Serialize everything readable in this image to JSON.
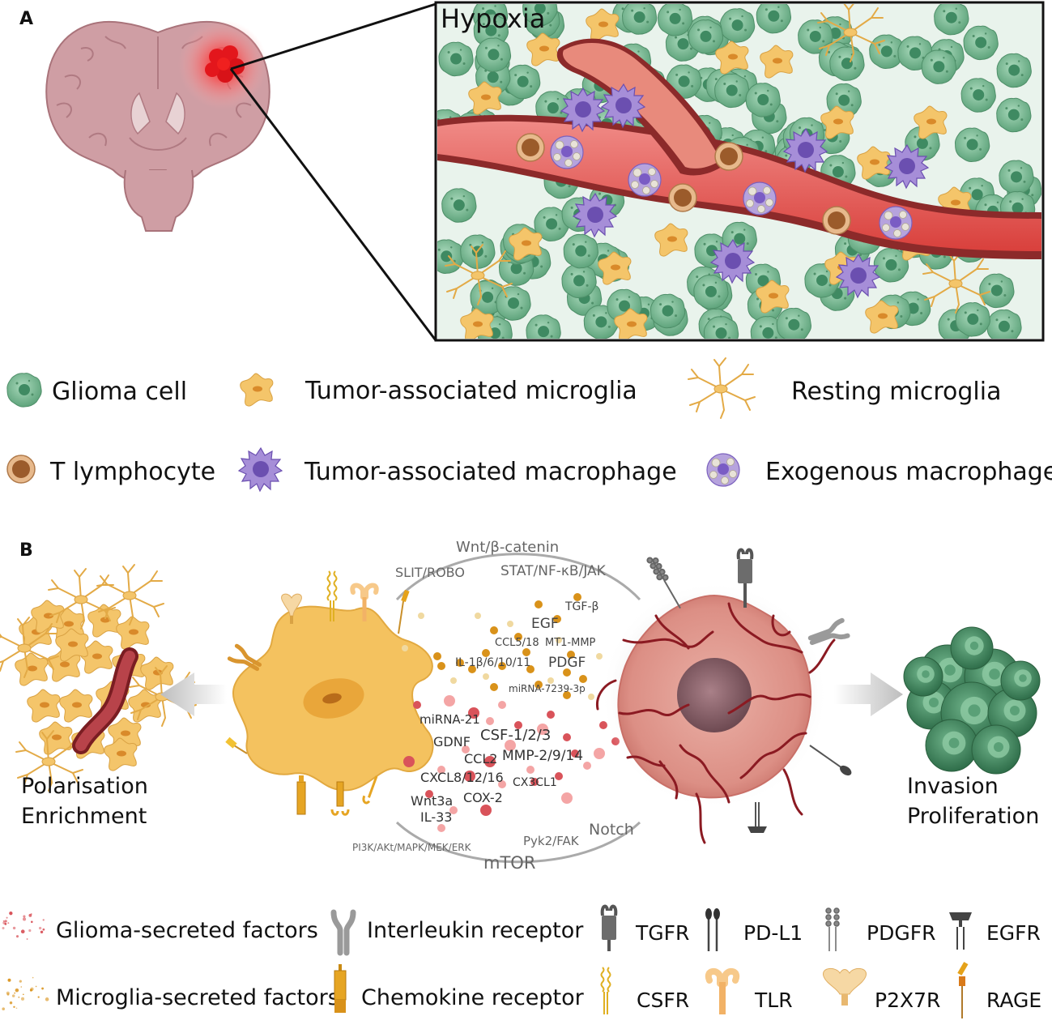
{
  "panel_a": {
    "letter": "A",
    "hypoxia_label": "Hypoxia",
    "legend": [
      {
        "label": "Glioma cell",
        "icon": "glioma-cell-icon"
      },
      {
        "label": "Tumor-associated microglia",
        "icon": "tumor-associated-microglia-icon"
      },
      {
        "label": "Resting microglia",
        "icon": "resting-microglia-icon"
      },
      {
        "label": "T lymphocyte",
        "icon": "t-lymphocyte-icon"
      },
      {
        "label": "Tumor-associated macrophage",
        "icon": "tumor-associated-macrophage-icon"
      },
      {
        "label": "Exogenous macrophage",
        "icon": "exogenous-macrophage-icon"
      }
    ]
  },
  "panel_b": {
    "letter": "B",
    "left_label_line1": "Polarisation",
    "left_label_line2": "Enrichment",
    "right_label_line1": "Invasion",
    "right_label_line2": "Proliferation",
    "pathways": {
      "wnt": "Wnt/β-catenin",
      "slit": "SLIT/ROBO",
      "stat": "STAT/NF-κB/JAK",
      "notch": "Notch",
      "pyk2": "Pyk2/FAK",
      "pi3k": "PI3K/AKt/MAPK/MEK/ERK",
      "mtor": "mTOR"
    },
    "microglia_factors": {
      "tgfb": "TGF-β",
      "egf": "EGF",
      "ccl5": "CCL5/18",
      "mt1": "MT1-MMP",
      "il1": "IL-1β/6/10/11",
      "pdgf": "PDGF",
      "mirna7239": "miRNA-7239-3p"
    },
    "glioma_factors": {
      "mirna21": "miRNA-21",
      "gdnf": "GDNF",
      "csf": "CSF-1/2/3",
      "ccl2": "CCL2",
      "mmp": "MMP-2/9/14",
      "cxcl8": "CXCL8/12/16",
      "cx3cl1": "CX3CL1",
      "wnt3a": "Wnt3a",
      "cox2": "COX-2",
      "il33": "IL-33"
    },
    "legend": {
      "glioma_secreted": "Glioma-secreted factors",
      "microglia_secreted": "Microglia-secreted factors",
      "interleukin": "Interleukin receptor",
      "chemokine": "Chemokine receptor",
      "tgfr": "TGFR",
      "pdl1": "PD-L1",
      "pdgfr": "PDGFR",
      "egfr": "EGFR",
      "csfr": "CSFR",
      "tlr": "TLR",
      "p2x7r": "P2X7R",
      "rage": "RAGE"
    }
  },
  "colors": {
    "glioma_green": "#7fbf9a",
    "microglia_orange": "#f2c063",
    "macrophage_purple": "#8a6cc4",
    "vessel_red": "#e8524f",
    "t_cell_brown": "#a8683a",
    "tumor_pink": "#e29a90"
  }
}
